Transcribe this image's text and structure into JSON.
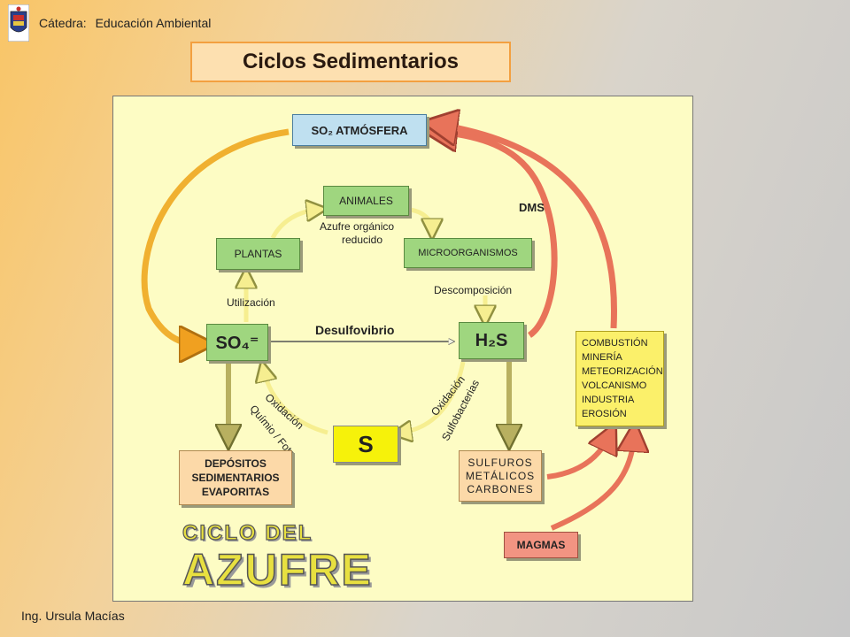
{
  "header": {
    "label": "Cátedra:",
    "subject": "Educación Ambiental"
  },
  "title": "Ciclos Sedimentarios",
  "footer": "Ing. Ursula Macías",
  "diagram": {
    "so2": "SO₂ ATMÓSFERA",
    "animales": "ANIMALES",
    "plantas": "PLANTAS",
    "microorganismos": "MICROORGANISMOS",
    "azufre_organico_1": "Azufre orgánico",
    "azufre_organico_2": "reducido",
    "so4": "SO₄⁼",
    "h2s": "H₂S",
    "s": "S",
    "utilizacion": "Utilización",
    "descomposicion": "Descomposición",
    "desulfovibrio": "Desulfovibrio",
    "dms": "DMS",
    "oxidacion_left": "Oxidación",
    "quimio_foto": "Químio / Foto",
    "oxidacion_right": "Oxidación",
    "sulfobacterias": "Sulfobacterias",
    "depositos": [
      "DEPÓSITOS",
      "SEDIMENTARIOS",
      "EVAPORITAS"
    ],
    "sulfuros": [
      "SULFUROS",
      "METÁLICOS",
      "CARBONES"
    ],
    "fuentes": [
      "COMBUSTIÓN",
      "MINERÍA",
      "METEORIZACIÓN",
      "VOLCANISMO",
      "INDUSTRIA",
      "EROSIÓN"
    ],
    "magmas": "MAGMAS",
    "ciclo_del": "CICLO DEL",
    "azufre": "AZUFRE"
  },
  "colors": {
    "orange_arrow": "#f0b030",
    "red_arrow": "#e8735a",
    "olive_arrow": "#b8b060",
    "green_box": "#9fd67f"
  }
}
